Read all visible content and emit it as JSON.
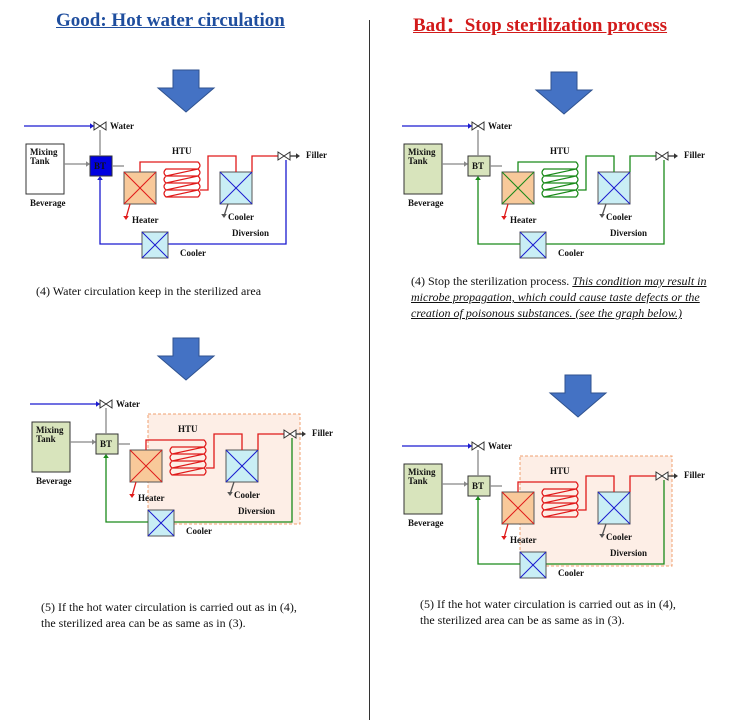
{
  "good": {
    "title": "Good: Hot water circulation",
    "caption_top": "(4) Water circulation keep in the sterilized area",
    "caption_bottom_1": "(5) If the hot water circulation is carried out as in (4),",
    "caption_bottom_2": "the sterilized area can be as same as in (3)."
  },
  "bad": {
    "title": "Bad：Stop sterilization process",
    "caption_top_plain": "(4) Stop the sterilization process. ",
    "caption_top_emph": "This condition may result in microbe propagation, which could cause taste defects or the creation of poisonous substances. (see the graph below.)",
    "caption_bottom_1": "(5) If the hot water circulation is carried out as in (4),",
    "caption_bottom_2": "the sterilized area can be as same as in (3)."
  },
  "labels": {
    "mixing": "Mixing",
    "tank": "Tank",
    "beverage": "Beverage",
    "bt": "BT",
    "htu": "HTU",
    "heater": "Heater",
    "cooler": "Cooler",
    "diversion": "Diversion",
    "filler": "Filler",
    "water": "Water"
  },
  "colors": {
    "arrow_fill": "#4472c4",
    "circulation_blue": "#1a1ad0",
    "process_red": "#e01a1a",
    "return_green": "#1a8a1a",
    "tank_fill": "#d8e4bc",
    "bt_blue": "#0000e0",
    "heater_fill": "#f8c99a",
    "cooler_fill": "#c9eef5",
    "sterile_zone": "#f0a070"
  }
}
